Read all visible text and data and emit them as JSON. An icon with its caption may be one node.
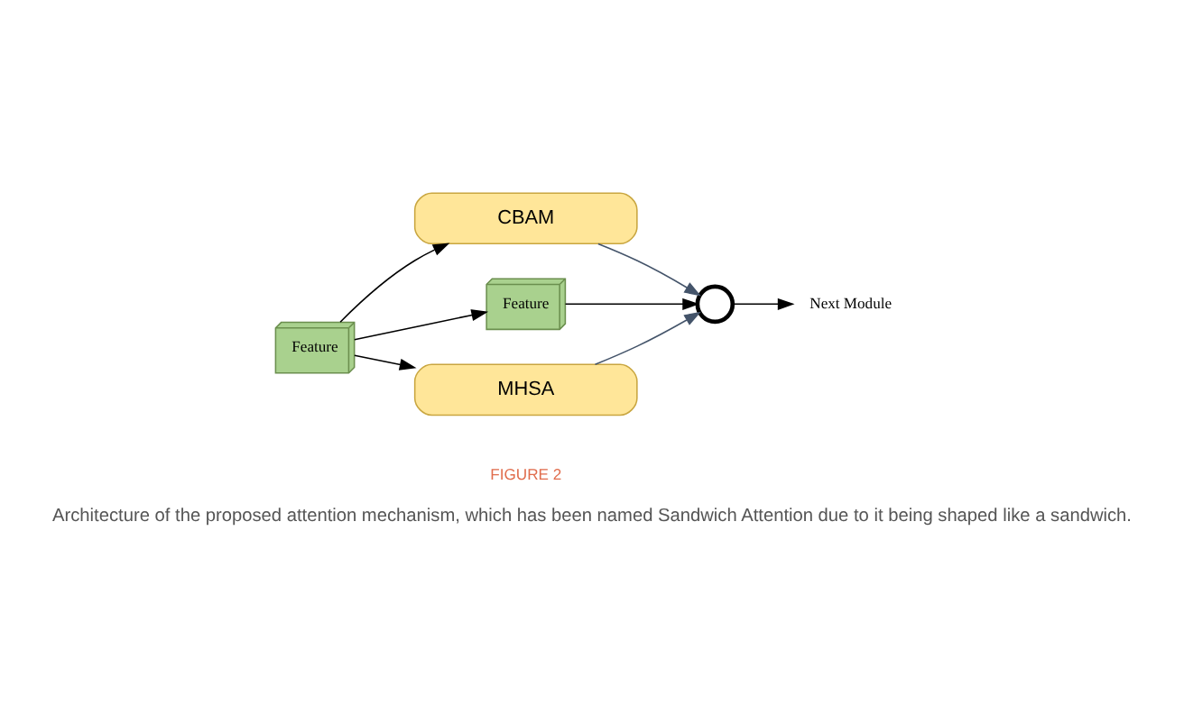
{
  "diagram": {
    "caption": "Architecture of the proposed attention mechanism, which has been named Sandwich Attention due to it being shaped like a sandwich.",
    "nodes": [
      {
        "text": [
          "Feature"
        ]
      },
      {
        "text": [
          "CBAM"
        ]
      },
      {
        "text": [
          "Feature"
        ]
      },
      {
        "text": [
          "MHSA"
        ]
      },
      {
        "text": [],
        "shape": "circle"
      },
      {
        "text": [
          "Next Module"
        ]
      }
    ],
    "edges": [
      {
        "from": 0,
        "to": 1,
        "arrow": "to"
      },
      {
        "from": 0,
        "to": 2,
        "arrow": "to"
      },
      {
        "from": 0,
        "to": 3,
        "arrow": "to"
      },
      {
        "from": 1,
        "to": 4,
        "arrow": "to",
        "color": "#44546a"
      },
      {
        "from": 2,
        "to": 4,
        "arrow": "to"
      },
      {
        "from": 3,
        "to": 4,
        "arrow": "to",
        "color": "#44546a"
      },
      {
        "from": 4,
        "to": 5,
        "arrow": "to"
      }
    ],
    "labels": [
      "FIGURE 2"
    ]
  }
}
